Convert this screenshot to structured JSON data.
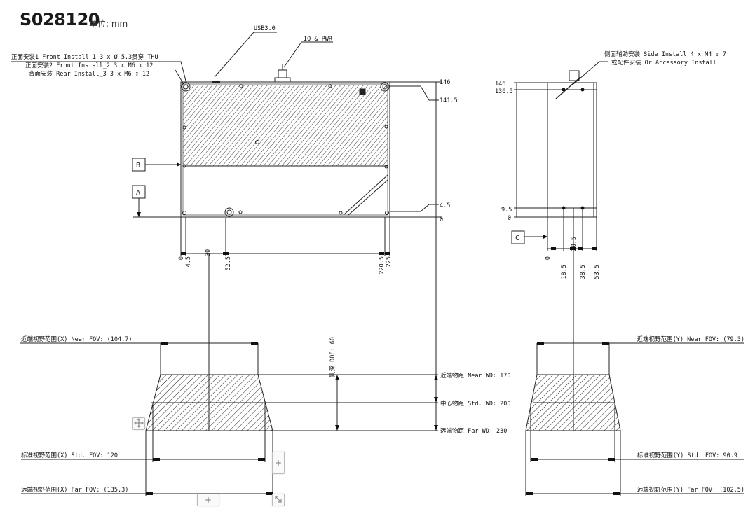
{
  "header": {
    "title": "S028120",
    "unit": "单位: mm"
  },
  "callouts": {
    "usb": "USB3.0",
    "io_pwr": "IO & PWR",
    "front1": "正面安装1 Front Install_1 3 x Ø 5.3贯穿 THU",
    "front2": "正面安装2 Front Install_2 3 x M6 ↧ 12",
    "rear": "背面安装 Rear Install_3 3 x M6 ↧ 12",
    "side1": "侧面辅助安装 Side Install 4 x M4 ↧ 7",
    "side2": "或配件安装 Or Accessory Install"
  },
  "datums": {
    "a": "A",
    "b": "B",
    "c": "C"
  },
  "front_view": {
    "height_dims": [
      "146",
      "141.5",
      "4.5",
      "0"
    ],
    "width_dims": [
      "0",
      "4.5",
      "30",
      "52.5",
      "220.5",
      "225"
    ]
  },
  "side_view": {
    "height_dims": [
      "146",
      "136.5",
      "9.5",
      "0"
    ],
    "width_dims": [
      "0",
      "18.5",
      "28.5",
      "38.5",
      "53.5"
    ]
  },
  "dof": "景深 DOF: 60",
  "working_distance": {
    "near": "近端物距 Near WD: 170",
    "std": "中心物距 Std. WD: 200",
    "far": "远端物距 Far WD: 230"
  },
  "fov_x": {
    "near": "近端视野范围(X) Near FOV: (104.7)",
    "std": "标准视野范围(X) Std. FOV: 120",
    "far": "远端视野范围(X) Far FOV: (135.3)"
  },
  "fov_y": {
    "near": "近端视野范围(Y) Near FOV: (79.3)",
    "std": "标准视野范围(Y) Std. FOV: 90.9",
    "far": "远端视野范围(Y) Far FOV: (102.5)"
  },
  "controls": {
    "move_icon": "move-icon",
    "plus": "+",
    "resize_icon": "resize-icon"
  }
}
